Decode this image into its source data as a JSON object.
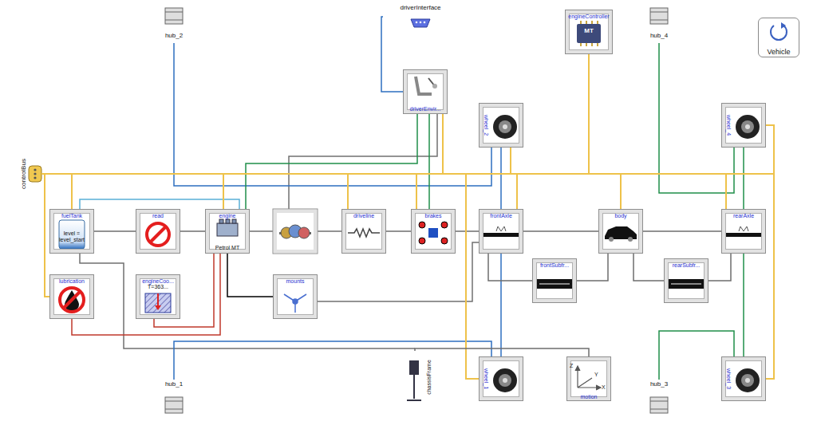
{
  "diagram": {
    "nodes": [
      {
        "text": [
          "driverInterface"
        ]
      },
      {
        "text": [
          "hub_2"
        ]
      },
      {
        "text": [
          "engineController",
          "MT"
        ]
      },
      {
        "text": [
          "hub_4"
        ]
      },
      {
        "text": [
          "Vehicle"
        ]
      },
      {
        "text": [
          "driverEnvir..."
        ]
      },
      {
        "text": [
          "wheel_2"
        ]
      },
      {
        "text": [
          "wheel_4"
        ]
      },
      {
        "text": [
          "controlBus"
        ]
      },
      {
        "text": [
          "fuelTank",
          "level =",
          "level_start"
        ]
      },
      {
        "text": [
          "read"
        ]
      },
      {
        "text": [
          "engine",
          "Petrol MT"
        ]
      },
      {
        "text": [
          "driveline"
        ]
      },
      {
        "text": [
          "brakes"
        ]
      },
      {
        "text": [
          "frontAxle"
        ]
      },
      {
        "text": [
          "body"
        ]
      },
      {
        "text": [
          "rearAxle"
        ]
      },
      {
        "text": [
          "lubrication"
        ]
      },
      {
        "text": [
          "engineCoo...",
          "T=363..."
        ]
      },
      {
        "text": [
          "mounts"
        ]
      },
      {
        "text": [
          "frontSubfr..."
        ]
      },
      {
        "text": [
          "rearSubfr..."
        ]
      },
      {
        "text": [
          "chassisFrame"
        ]
      },
      {
        "text": [
          "wheel_1"
        ]
      },
      {
        "text": [
          "motion"
        ]
      },
      {
        "text": [
          "wheel_3"
        ]
      },
      {
        "text": [
          "hub_1"
        ]
      },
      {
        "text": [
          "hub_3"
        ]
      }
    ],
    "edges": [
      {
        "from": 0,
        "to": 5,
        "arrow": "none"
      },
      {
        "from": 1,
        "to": 6,
        "arrow": "none"
      },
      {
        "from": 26,
        "to": 23,
        "arrow": "none"
      },
      {
        "from": 3,
        "to": 7,
        "arrow": "none"
      },
      {
        "from": 27,
        "to": 25,
        "arrow": "none"
      },
      {
        "from": 6,
        "to": 14,
        "arrow": "none"
      },
      {
        "from": 14,
        "to": 23,
        "arrow": "none"
      },
      {
        "from": 7,
        "to": 16,
        "arrow": "none"
      },
      {
        "from": 16,
        "to": 25,
        "arrow": "none"
      },
      {
        "from": 10,
        "to": 11,
        "arrow": "none"
      },
      {
        "from": 12,
        "to": 13,
        "arrow": "none"
      },
      {
        "from": 13,
        "to": 14,
        "arrow": "none"
      },
      {
        "from": 14,
        "to": 15,
        "arrow": "none"
      },
      {
        "from": 15,
        "to": 16,
        "arrow": "none"
      },
      {
        "from": 14,
        "to": 20,
        "arrow": "none"
      },
      {
        "from": 15,
        "to": 20,
        "arrow": "none"
      },
      {
        "from": 15,
        "to": 21,
        "arrow": "none"
      },
      {
        "from": 21,
        "to": 16,
        "arrow": "none"
      },
      {
        "from": 11,
        "to": 19,
        "arrow": "none"
      },
      {
        "from": 18,
        "to": 11,
        "arrow": "none"
      },
      {
        "from": 17,
        "to": 11,
        "arrow": "none"
      },
      {
        "from": 9,
        "to": 11,
        "arrow": "none"
      },
      {
        "from": 5,
        "to": 11,
        "arrow": "none"
      },
      {
        "from": 5,
        "to": 13,
        "arrow": "none"
      },
      {
        "from": 8,
        "to": 9,
        "arrow": "none"
      },
      {
        "from": 8,
        "to": 17,
        "arrow": "none"
      },
      {
        "from": 8,
        "to": 11,
        "arrow": "none"
      },
      {
        "from": 8,
        "to": 12,
        "arrow": "none"
      },
      {
        "from": 8,
        "to": 13,
        "arrow": "none"
      },
      {
        "from": 8,
        "to": 14,
        "arrow": "none"
      },
      {
        "from": 8,
        "to": 15,
        "arrow": "none"
      },
      {
        "from": 8,
        "to": 16,
        "arrow": "none"
      },
      {
        "from": 8,
        "to": 2,
        "arrow": "none"
      },
      {
        "from": 8,
        "to": 5,
        "arrow": "none"
      },
      {
        "from": 8,
        "to": 6,
        "arrow": "none"
      },
      {
        "from": 8,
        "to": 7,
        "arrow": "none"
      },
      {
        "from": 8,
        "to": 23,
        "arrow": "none"
      },
      {
        "from": 8,
        "to": 25,
        "arrow": "none"
      },
      {
        "from": 22,
        "to": 24,
        "arrow": "none"
      },
      {
        "from": 9,
        "to": 10,
        "arrow": "none"
      }
    ],
    "labels": [
      "Z",
      "Y",
      "X"
    ]
  }
}
